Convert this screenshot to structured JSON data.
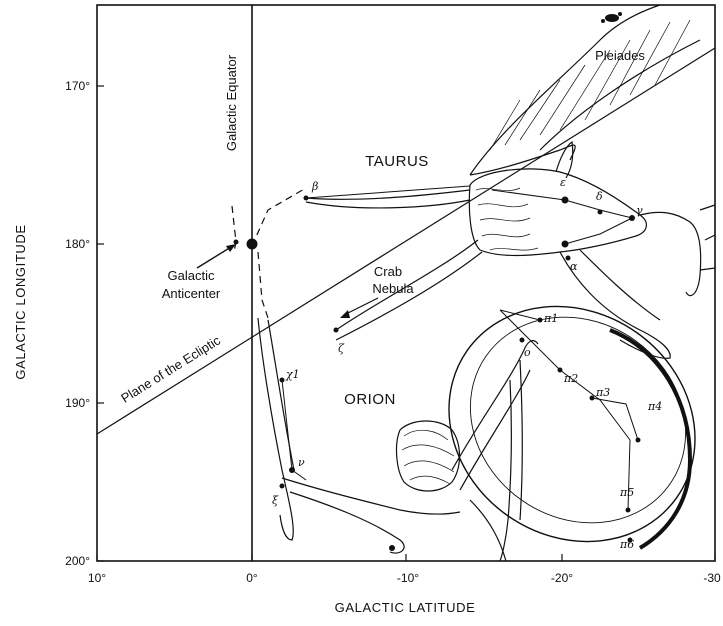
{
  "figure": {
    "x_axis": {
      "title": "GALACTIC LATITUDE",
      "ticks": [
        "10°",
        "0°",
        "-10°",
        "-20°",
        "-30"
      ]
    },
    "y_axis": {
      "title": "GALACTIC LONGITUDE",
      "ticks": [
        "170°",
        "180°",
        "190°",
        "200°"
      ]
    },
    "labels": {
      "taurus": "TAURUS",
      "orion": "ORION",
      "pleiades": "Pleiades",
      "crab_1": "Crab",
      "crab_2": "Nebula",
      "anticenter_1": "Galactic",
      "anticenter_2": "Anticenter",
      "galactic_equator": "Galactic Equator",
      "ecliptic": "Plane of the Ecliptic"
    },
    "star_labels": {
      "beta_tau": "β",
      "zeta_tau": "ζ",
      "epsilon": "ε",
      "delta": "δ",
      "gamma": "γ",
      "alpha": "α",
      "chi1": "χ1",
      "nu": "ν",
      "xi": "ξ",
      "pi1": "π1",
      "pi2": "π2",
      "pi3": "π3",
      "pi4": "π4",
      "pi5": "π5",
      "pi6": "π6",
      "omicron": "ο"
    }
  }
}
